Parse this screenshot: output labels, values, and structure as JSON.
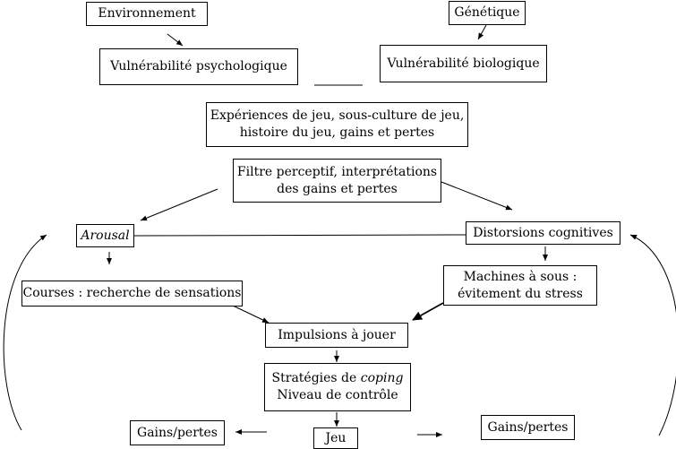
{
  "nodes": {
    "environnement": "Environnement",
    "genetique": "Génétique",
    "vuln_psy": "Vulnérabilité psychologique",
    "vuln_bio": "Vulnérabilité biologique",
    "experiences": [
      "Expériences de jeu, sous-culture de jeu,",
      "histoire du jeu, gains et pertes"
    ],
    "filtre": [
      "Filtre perceptif, interprétations",
      "des gains et pertes"
    ],
    "arousal": "Arousal",
    "distorsions": "Distorsions cognitives",
    "courses": "Courses : recherche de sensations",
    "machines": [
      "Machines à sous :",
      "évitement du stress"
    ],
    "impulsions": "Impulsions à  jouer",
    "strategies_prefix": "Stratégies de ",
    "strategies_coping": "coping",
    "niveau": "Niveau de contrôle",
    "jeu": "Jeu",
    "gains_left": "Gains/pertes",
    "gains_right": "Gains/pertes"
  }
}
